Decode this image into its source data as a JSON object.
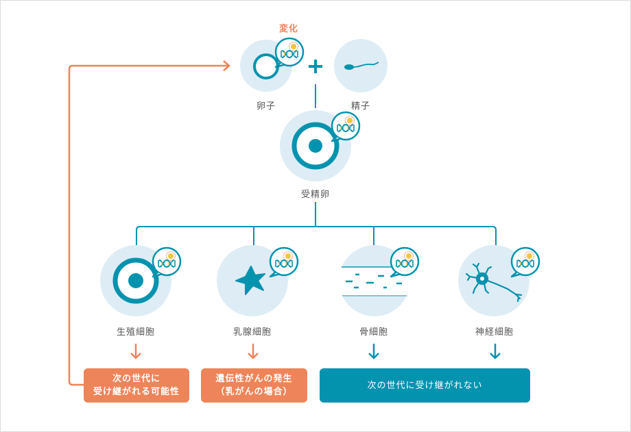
{
  "diagram": {
    "title": "生殖細胞と体細胞の遺伝子変化",
    "colors": {
      "teal": "#0493ae",
      "circle_bg": "#deecf5",
      "orange": "#ee8459",
      "text": "#555555"
    },
    "change_label": "変化",
    "top_row": {
      "egg": {
        "label": "卵子",
        "icon": "egg-cell-icon",
        "has_dna_badge": true
      },
      "plus": "+",
      "sperm": {
        "label": "精子",
        "icon": "sperm-icon",
        "has_dna_badge": false
      }
    },
    "zygote": {
      "label": "受精卵",
      "icon": "zygote-cell-icon",
      "has_dna_badge": true
    },
    "cells": [
      {
        "label": "生殖細胞",
        "icon": "germ-cell-icon",
        "has_dna_badge": true,
        "arrow_color": "orange"
      },
      {
        "label": "乳腺細胞",
        "icon": "mammary-cell-icon",
        "has_dna_badge": true,
        "arrow_color": "orange"
      },
      {
        "label": "骨細胞",
        "icon": "bone-cell-icon",
        "has_dna_badge": true,
        "arrow_color": "teal"
      },
      {
        "label": "神経細胞",
        "icon": "nerve-cell-icon",
        "has_dna_badge": true,
        "arrow_color": "teal"
      }
    ],
    "outcomes": [
      {
        "line1": "次の世代に",
        "line2": "受け継がれる可能性",
        "color": "orange"
      },
      {
        "line1": "遺伝性がんの発生",
        "line2": "（乳がんの場合）",
        "color": "orange"
      },
      {
        "line1": "次の世代に受け継がれない",
        "color": "teal"
      }
    ],
    "badge_icon": "dna-mutation-icon"
  }
}
